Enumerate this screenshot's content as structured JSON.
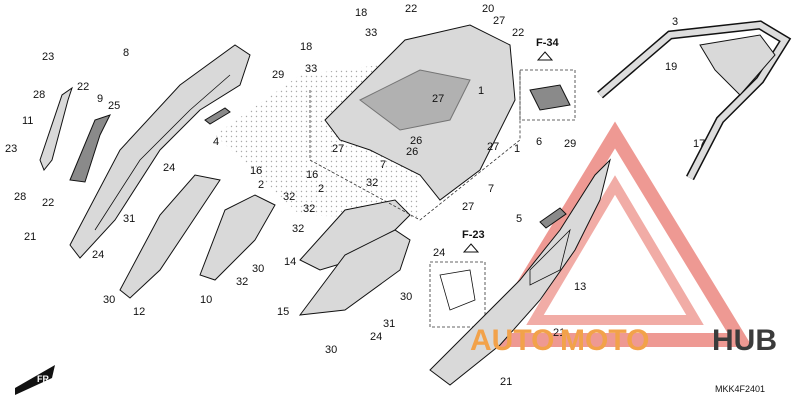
{
  "diagram": {
    "part_code": "MKK4F2401",
    "direction_marker": "FR.",
    "reference_views": [
      "F-34",
      "F-23"
    ],
    "watermark": {
      "text_auto": "AUTO",
      "text_moto": "MOTO",
      "text_hub": "HUB",
      "color_orange": "#f2a24a",
      "color_dark": "#3b3b3b",
      "color_red": "#e0463a"
    },
    "callouts": [
      "1",
      "2",
      "3",
      "4",
      "5",
      "6",
      "7",
      "8",
      "9",
      "10",
      "11",
      "12",
      "13",
      "14",
      "15",
      "16",
      "17",
      "18",
      "19",
      "20",
      "21",
      "22",
      "23",
      "24",
      "25",
      "26",
      "27",
      "28",
      "29",
      "30",
      "31",
      "32",
      "33"
    ]
  }
}
